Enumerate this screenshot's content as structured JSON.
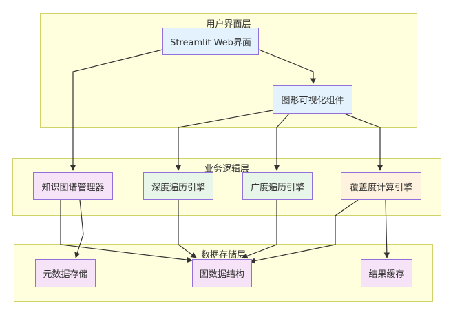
{
  "layers": {
    "ui": {
      "label": "用户界面层"
    },
    "logic": {
      "label": "业务逻辑层"
    },
    "data": {
      "label": "数据存储层"
    }
  },
  "nodes": {
    "streamlit": "Streamlit Web界面",
    "viz": "图形可视化组件",
    "kg_manager": "知识图谱管理器",
    "dfs": "深度遍历引擎",
    "bfs": "广度遍历引擎",
    "coverage": "覆盖度计算引擎",
    "metadata": "元数据存储",
    "graph_struct": "图数据结构",
    "cache": "结果缓存"
  },
  "colors": {
    "layer_bg": "#ffffde",
    "layer_border": "#cfd36a",
    "node_border": "#9370db",
    "ui_node": "#e3f2fd",
    "manager_node": "#f6e3f7",
    "traversal_node": "#e8f5e9",
    "coverage_node": "#fff3e0",
    "edge": "#333333"
  }
}
